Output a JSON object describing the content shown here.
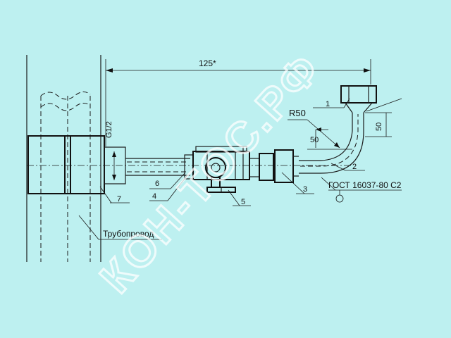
{
  "dimensions": {
    "length": "125*",
    "thread": "G1/2",
    "bend_radius": "R50",
    "offset_horizontal": "50",
    "offset_vertical": "50"
  },
  "labels": {
    "pipeline": "Трубопровод",
    "standard": "ГОСТ 16037-80 С2"
  },
  "callouts": [
    "1",
    "2",
    "3",
    "4",
    "5",
    "6",
    "7"
  ],
  "watermark": "КОН-ТОС.РФ",
  "colors": {
    "background": "#bdf0f0",
    "ink": "#1a1a1a",
    "watermark": "#ffffff"
  }
}
